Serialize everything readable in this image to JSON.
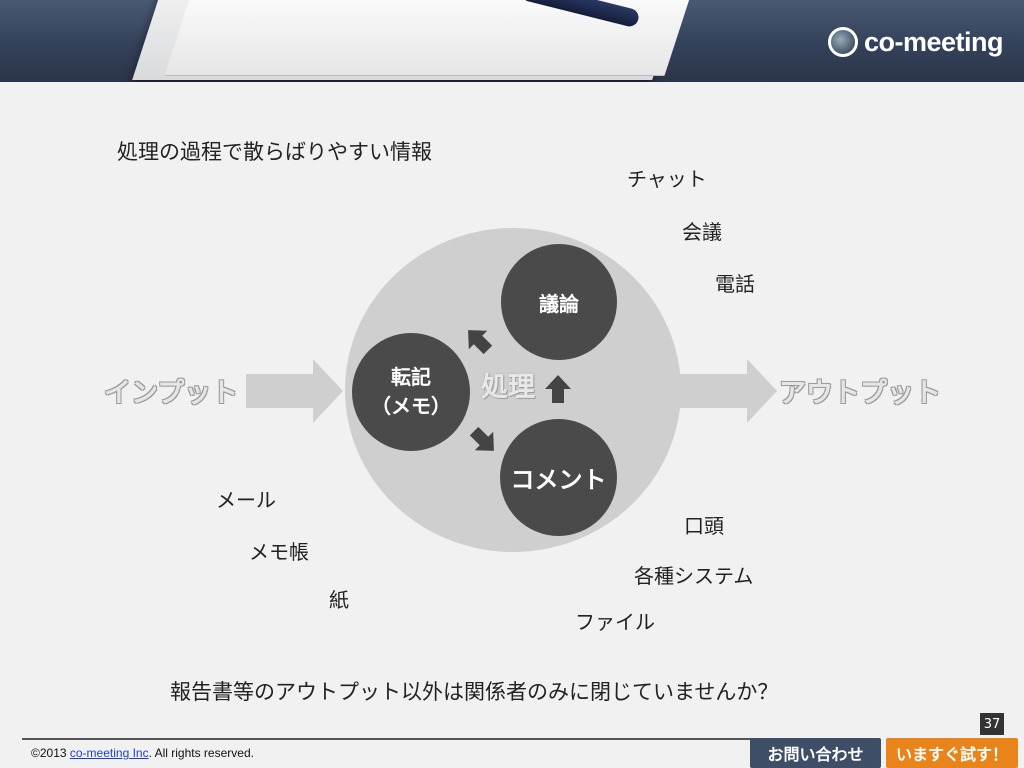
{
  "header": {
    "logo_text": "co-meeting"
  },
  "slide": {
    "title": "処理の過程で散らばりやすい情報",
    "center_label": "処理",
    "input_label": "インプット",
    "output_label": "アウトプット",
    "nodes": {
      "giron": "議論",
      "tenki_line1": "転記",
      "tenki_line2": "（メモ）",
      "comment": "コメント"
    },
    "top_right_items": [
      "チャット",
      "会議",
      "電話"
    ],
    "bottom_left_items": [
      "メール",
      "メモ帳",
      "紙"
    ],
    "bottom_right_items": [
      "口頭",
      "各種システム",
      "ファイル"
    ],
    "question": "報告書等のアウトプット以外は関係者のみに閉じていませんか？",
    "page_number": "37"
  },
  "footer": {
    "copyright_prefix": "©2013 ",
    "copyright_link": "co-meeting Inc",
    "copyright_suffix": ". All rights reserved.",
    "contact_button": "お問い合わせ",
    "try_button": "いますぐ試す！"
  },
  "colors": {
    "node": "#4a4a4a",
    "circle": "#cfcfcf",
    "header": "#33415a",
    "contact_button": "#3e4e66",
    "try_button": "#e8841a"
  }
}
